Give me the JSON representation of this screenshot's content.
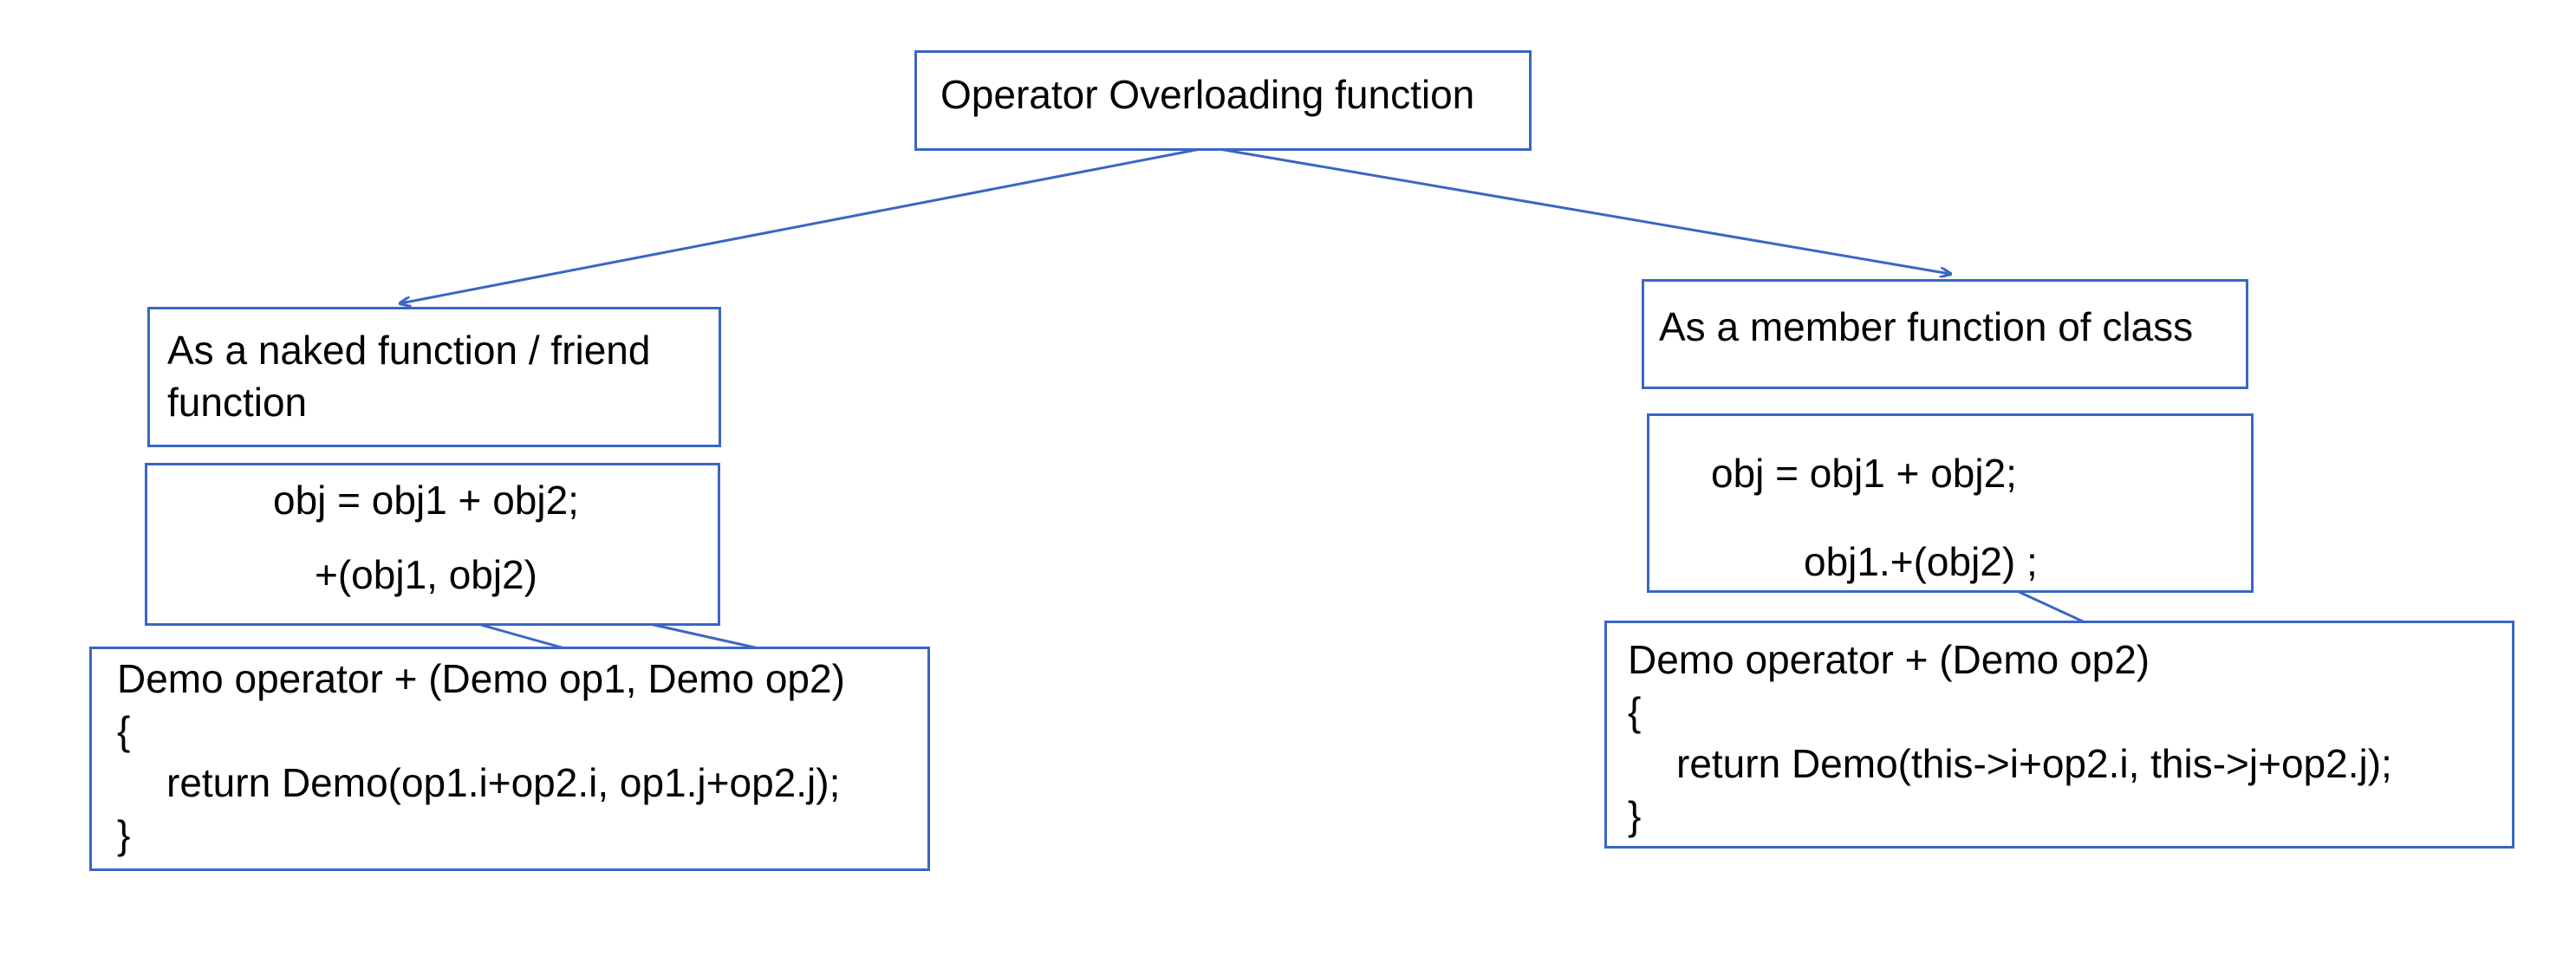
{
  "root": {
    "title": "Operator Overloading function"
  },
  "left_branch": {
    "heading_line1": "As a naked function / friend",
    "heading_line2": "function",
    "expression": "obj = obj1 + obj2;",
    "call": "+(obj1, obj2)",
    "code": {
      "signature": "Demo operator + (Demo op1, Demo op2)",
      "open_brace": "{",
      "body": "return Demo(op1.i+op2.i, op1.j+op2.j);",
      "close_brace": "}"
    }
  },
  "right_branch": {
    "heading": "As a member function of class",
    "expression": "obj = obj1 + obj2;",
    "call": "obj1.+(obj2) ;",
    "code": {
      "signature": "Demo operator + (Demo op2)",
      "open_brace": "{",
      "body": "return Demo(this->i+op2.i, this->j+op2.j);",
      "close_brace": "}"
    }
  },
  "colors": {
    "stroke": "#3a66c4",
    "text": "#000000",
    "background": "#ffffff"
  }
}
